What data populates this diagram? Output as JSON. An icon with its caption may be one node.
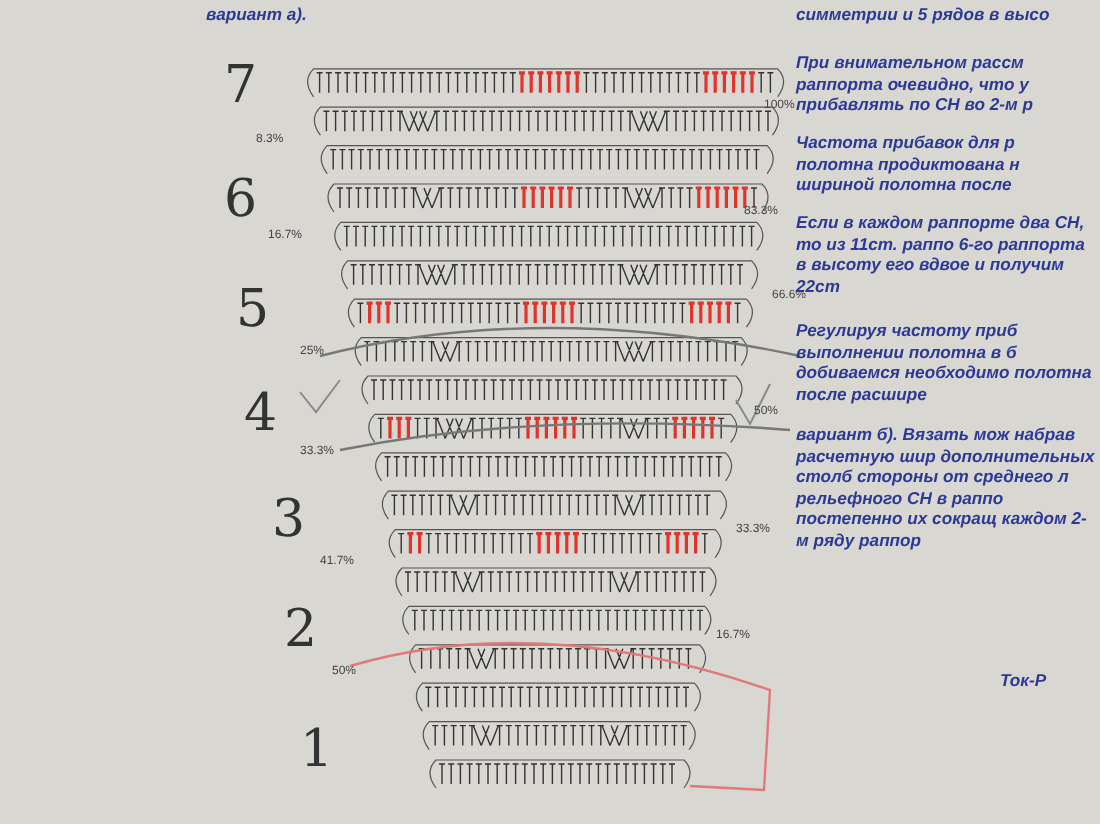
{
  "diagram": {
    "labels": [
      "вариант а).",
      "7",
      "100%",
      "8.3%",
      "6",
      "83.3%",
      "16.7%",
      "5",
      "66.6%",
      "25%",
      "4",
      "50%",
      "33.3%",
      "3",
      "33.3%",
      "41.7%",
      "2",
      "16.7%",
      "50%",
      "1",
      "симметрии и 5 рядов в высо",
      "При внимательном рассм раппорта очевидно, что у прибавлять по СН во 2-м р",
      "Частота прибавок для р полотна продиктована н шириной полотна после",
      "Если в каждом раппорте два СН, то из 11ст. раппо 6-го раппорта в высоту его вдвое и получим 22ст",
      "Регулируя частоту приб выполнении полотна в б добиваемся необходимо полотна после расшире",
      "вариант б). Вязать мож набрав расчетную шир дополнительных столб стороны от среднего л рельефного СН в раппо постепенно их сокращ каждом 2-м ряду раппор",
      "Ток-Р"
    ]
  }
}
